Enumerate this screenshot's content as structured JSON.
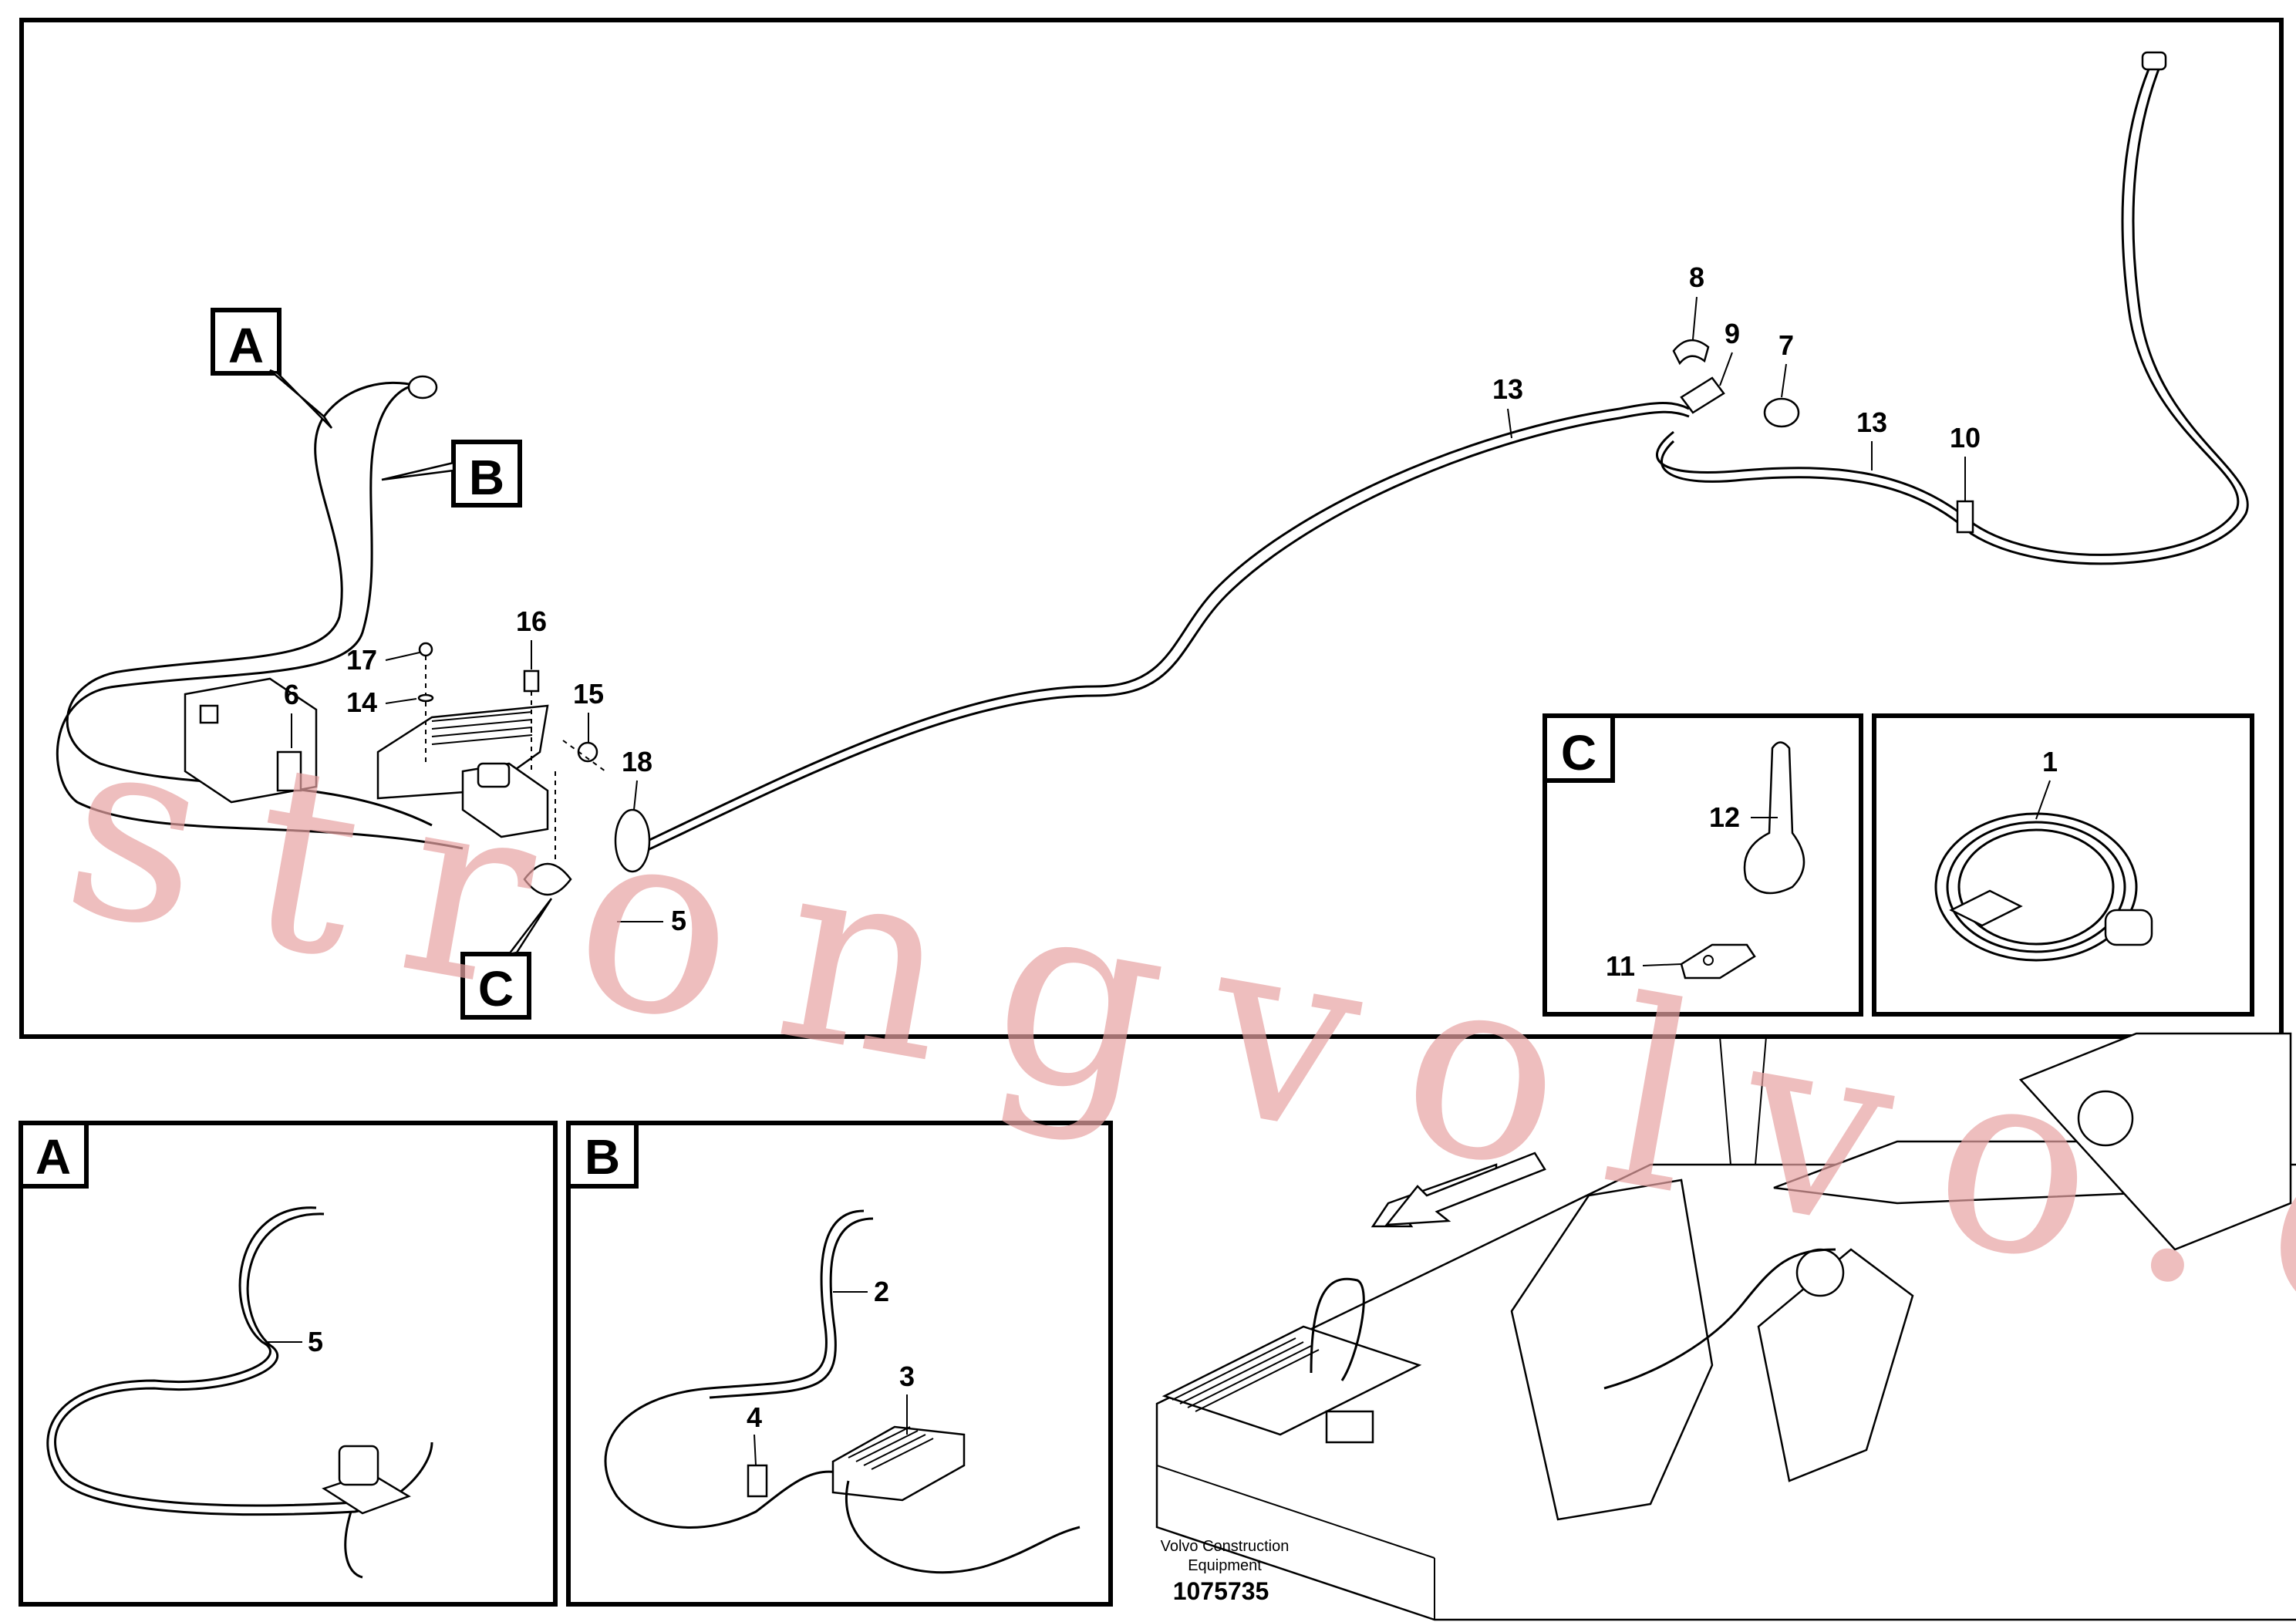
{
  "callouts": {
    "main_A": "A",
    "main_B": "B",
    "main_C": "C",
    "panel_C": "C",
    "panel_A": "A",
    "panel_B": "B"
  },
  "numbers": {
    "n1": "1",
    "n2": "2",
    "n3": "3",
    "n4": "4",
    "n5a": "5",
    "n5b": "5",
    "n6": "6",
    "n7": "7",
    "n8": "8",
    "n9": "9",
    "n10": "10",
    "n11": "11",
    "n12": "12",
    "n13a": "13",
    "n13b": "13",
    "n14": "14",
    "n15": "15",
    "n16": "16",
    "n17": "17",
    "n18": "18"
  },
  "footer": {
    "company_line1": "Volvo Construction",
    "company_line2": "Equipment",
    "drawing_number": "1075735"
  },
  "watermark": "strongvolvo.com",
  "colors": {
    "line": "#000000",
    "watermark": "#e8a3a3",
    "background": "#ffffff"
  }
}
